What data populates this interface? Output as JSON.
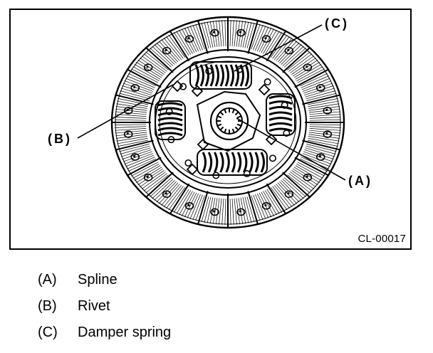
{
  "figure": {
    "code": "CL-00017",
    "callouts": {
      "a": "(A)",
      "b": "(B)",
      "c": "(C)"
    }
  },
  "legend": [
    {
      "key": "(A)",
      "label": "Spline"
    },
    {
      "key": "(B)",
      "label": "Rivet"
    },
    {
      "key": "(C)",
      "label": "Damper spring"
    }
  ]
}
